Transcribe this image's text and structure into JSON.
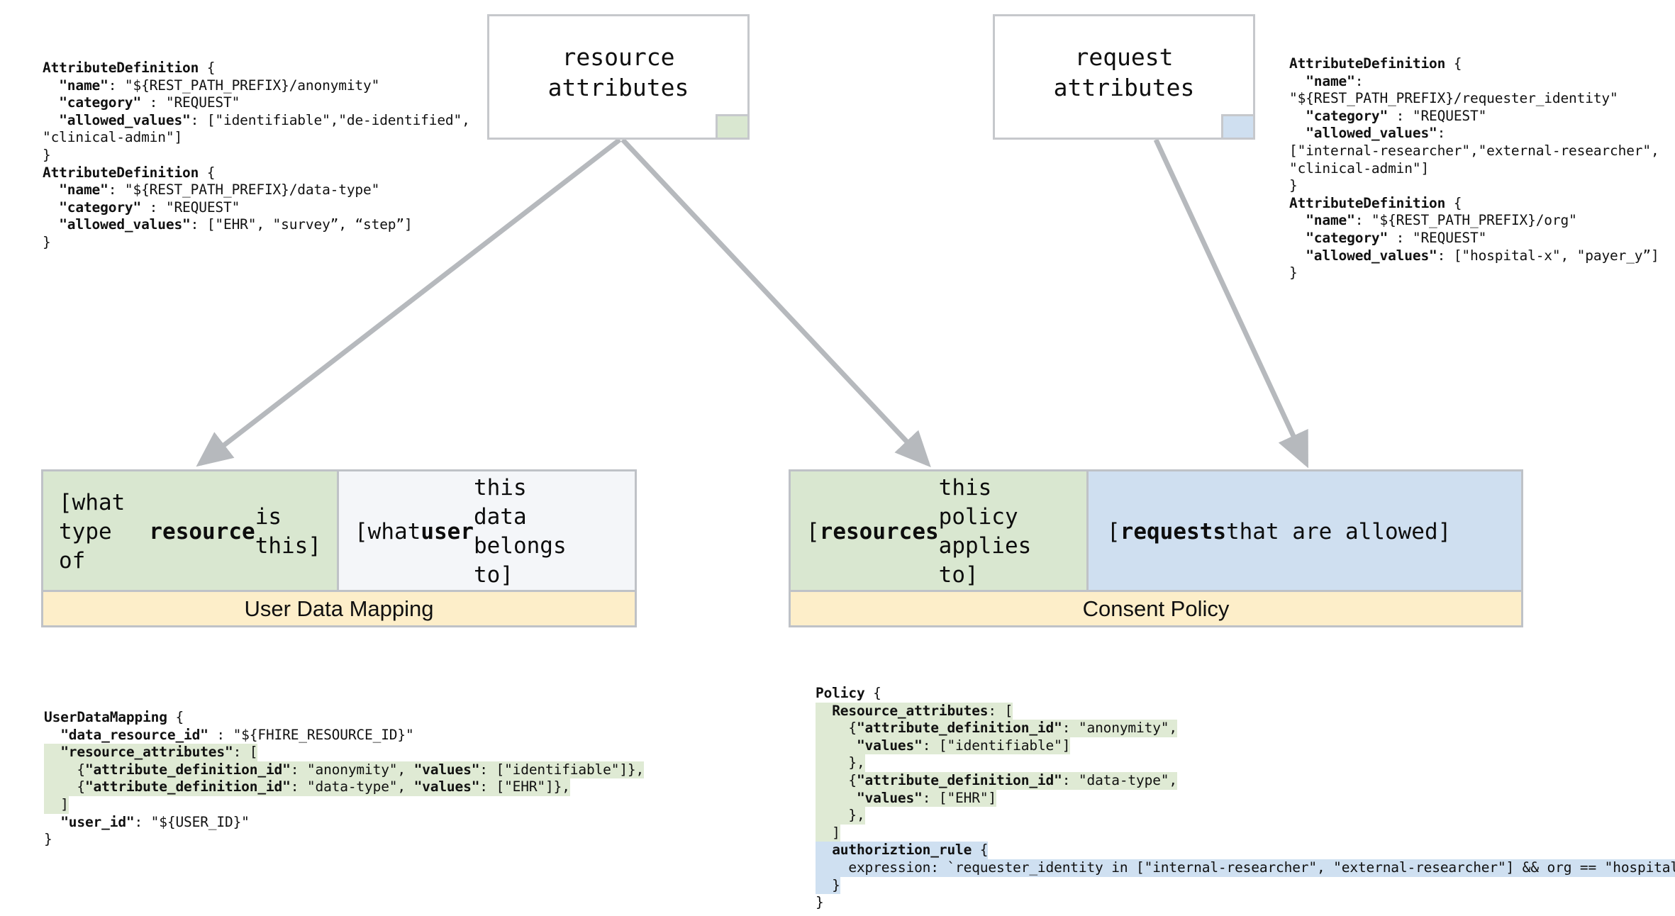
{
  "boxes": {
    "resource_attributes": {
      "label": "resource\nattributes",
      "swatch_color": "#d9e7d0"
    },
    "request_attributes": {
      "label": "request\nattributes",
      "swatch_color": "#cfdff0"
    }
  },
  "code": {
    "left_attribute_definitions": "AttributeDefinition {\n  \"name\": \"${REST_PATH_PREFIX}/anonymity\"\n  \"category\" : \"REQUEST\"\n  \"allowed_values\": [\"identifiable\",\"de-identified\",\n\"clinical-admin\"]\n}\nAttributeDefinition {\n  \"name\": \"${REST_PATH_PREFIX}/data-type\"\n  \"category\" : \"REQUEST\"\n  \"allowed_values\": [\"EHR\", \"survey”, “step”]\n}",
    "right_attribute_definitions": "AttributeDefinition {\n  \"name\":\n\"${REST_PATH_PREFIX}/requester_identity\"\n  \"category\" : \"REQUEST\"\n  \"allowed_values\":\n[\"internal-researcher\",\"external-researcher\",\n\"clinical-admin\"]\n}\nAttributeDefinition {\n  \"name\": \"${REST_PATH_PREFIX}/org\"\n  \"category\" : \"REQUEST\"\n  \"allowed_values\": [\"hospital-x\", \"payer_y”]\n}",
    "user_data_mapping": [
      {
        "text": "UserDataMapping {",
        "highlight": "none"
      },
      {
        "text": "  \"data_resource_id\" : \"${FHIRE_RESOURCE_ID}\"",
        "highlight": "none"
      },
      {
        "text": "  \"resource_attributes\": [",
        "highlight": "green"
      },
      {
        "text": "    {\"attribute_definition_id\": \"anonymity\", \"values\": [\"identifiable\"]},",
        "highlight": "green"
      },
      {
        "text": "    {\"attribute_definition_id\": \"data-type\", \"values\": [\"EHR\"]},",
        "highlight": "green"
      },
      {
        "text": "  ]",
        "highlight": "green"
      },
      {
        "text": "  \"user_id\": \"${USER_ID}\"",
        "highlight": "none"
      },
      {
        "text": "}",
        "highlight": "none"
      }
    ],
    "policy": [
      {
        "text": "Policy {",
        "highlight": "none"
      },
      {
        "text": "  Resource_attributes: [",
        "highlight": "green"
      },
      {
        "text": "    {\"attribute_definition_id\": \"anonymity\",",
        "highlight": "green"
      },
      {
        "text": "     \"values\": [\"identifiable\"]",
        "highlight": "green"
      },
      {
        "text": "    },",
        "highlight": "green"
      },
      {
        "text": "    {\"attribute_definition_id\": \"data-type\",",
        "highlight": "green"
      },
      {
        "text": "     \"values\": [\"EHR\"]",
        "highlight": "green"
      },
      {
        "text": "    },",
        "highlight": "green"
      },
      {
        "text": "  ]",
        "highlight": "green"
      },
      {
        "text": "  authoriztion_rule {",
        "highlight": "blue"
      },
      {
        "text": "    expression: `requester_identity in [\"internal-researcher\", \"external-researcher\"] && org == \"hospital-x\"`",
        "highlight": "blue"
      },
      {
        "text": "  }",
        "highlight": "blue"
      },
      {
        "text": "}",
        "highlight": "none"
      }
    ]
  },
  "panels": {
    "user_data_mapping": {
      "footer": "User Data Mapping",
      "cells": [
        {
          "text": "[what type of\nresource is this]",
          "bold_words": [
            "resource"
          ],
          "color": "#d9e7d0"
        },
        {
          "text": "[what user this\ndata belongs to]",
          "bold_words": [
            "user"
          ],
          "color": "#f4f6f9"
        }
      ]
    },
    "consent_policy": {
      "footer": "Consent Policy",
      "cells": [
        {
          "text": "[resources this\npolicy applies to]",
          "bold_words": [
            "resources"
          ],
          "color": "#d9e7d0"
        },
        {
          "text": "[requests that are allowed]",
          "bold_words": [
            "requests"
          ],
          "color": "#cfdff0"
        }
      ]
    }
  },
  "colors": {
    "green": "#d9e7d0",
    "blue": "#cfdff0",
    "yellow": "#fdeec9",
    "grey": "#f4f6f9",
    "border": "#bfc2c7",
    "arrow": "#b6b9bd",
    "highlight_green": "#dfead4",
    "highlight_blue": "#cfe0f1"
  }
}
